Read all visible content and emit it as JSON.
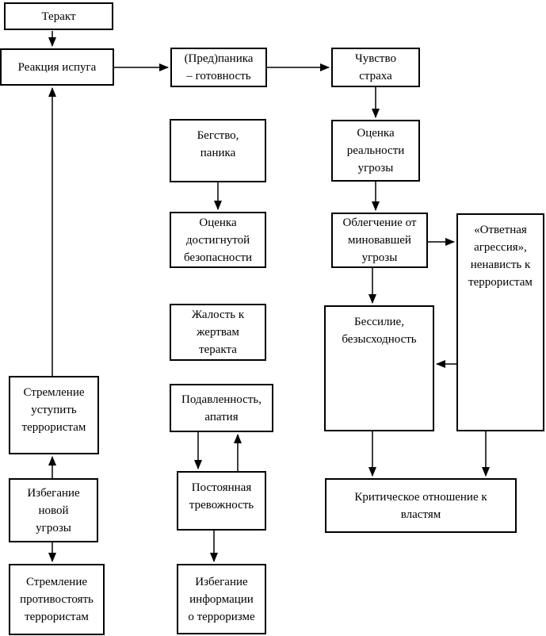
{
  "diagram": {
    "colors": {
      "border": "#000000",
      "background": "#ffffff",
      "text": "#000000"
    },
    "nodes": {
      "teract": {
        "label": "Теракт"
      },
      "reakcia": {
        "label": "Реакция испуга"
      },
      "predpanika": {
        "label": "(Пред)паника\n– готовность"
      },
      "chuvstvo": {
        "label": "Чувство\nстраха"
      },
      "begstvo": {
        "label": "Бегство,\nпаника"
      },
      "ocenka_dost": {
        "label": "Оценка\nдостигнутой\nбезопасности"
      },
      "zhalost": {
        "label": "Жалость к\nжертвам\nтеракта"
      },
      "podavlennost": {
        "label": "Подавленность,\nапатия"
      },
      "postoyannaya": {
        "label": "Постоянная\nтревожность"
      },
      "izbeganie_info": {
        "label": "Избегание\nинформации\nо терроризме"
      },
      "ocenka_real": {
        "label": "Оценка\nреальности\nугрозы"
      },
      "oblegchenie": {
        "label": "Облегчение от\nминовавшей\nугрозы"
      },
      "otvetnaya": {
        "label": "«Ответная\nагрессия»,\nненависть к\nтеррористам"
      },
      "bessilie": {
        "label": "Бессилие,\nбезысходность"
      },
      "kriticheskoe": {
        "label": "Критическое отношение к\nвластям"
      },
      "stremlenie_ustupit": {
        "label": "Стремление\nуступить\nтеррористам"
      },
      "izbeganie_novoy": {
        "label": "Избегание\nновой\nугрозы"
      },
      "stremlenie_protiv": {
        "label": "Стремление\nпротивостоять\nтеррористам"
      }
    },
    "edges": [
      {
        "from": "teract",
        "to": "reakcia"
      },
      {
        "from": "reakcia",
        "to": "predpanika"
      },
      {
        "from": "predpanika",
        "to": "chuvstvo"
      },
      {
        "from": "chuvstvo",
        "to": "ocenka_real"
      },
      {
        "from": "ocenka_real",
        "to": "oblegchenie"
      },
      {
        "from": "oblegchenie",
        "to": "otvetnaya"
      },
      {
        "from": "oblegchenie",
        "to": "bessilie"
      },
      {
        "from": "otvetnaya",
        "to": "bessilie"
      },
      {
        "from": "bessilie",
        "to": "kriticheskoe"
      },
      {
        "from": "otvetnaya",
        "to": "kriticheskoe"
      },
      {
        "from": "begstvo",
        "to": "ocenka_dost"
      },
      {
        "from": "podavlennost",
        "to": "postoyannaya"
      },
      {
        "from": "postoyannaya",
        "to": "podavlennost"
      },
      {
        "from": "postoyannaya",
        "to": "izbeganie_info"
      },
      {
        "from": "stremlenie_ustupit",
        "to": "reakcia"
      },
      {
        "from": "izbeganie_novoy",
        "to": "stremlenie_ustupit"
      },
      {
        "from": "izbeganie_novoy",
        "to": "stremlenie_protiv"
      }
    ]
  }
}
